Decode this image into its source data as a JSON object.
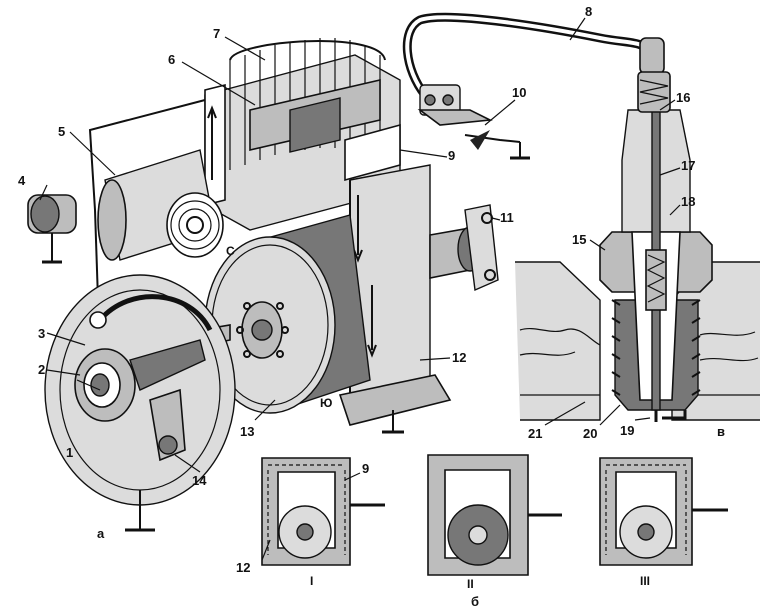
{
  "labels": {
    "n1": "1",
    "n2": "2",
    "n3": "3",
    "n4": "4",
    "n5": "5",
    "n6": "6",
    "n7": "7",
    "n8": "8",
    "n9": "9",
    "n10": "10",
    "n11": "11",
    "n12": "12",
    "n13": "13",
    "n14": "14",
    "n15": "15",
    "n16": "16",
    "n17": "17",
    "n18": "18",
    "n19": "19",
    "n20": "20",
    "n21": "21",
    "n9b": "9",
    "n12b": "12"
  },
  "rotor_marks": {
    "south": "C",
    "north": "Ю"
  },
  "section_labels": {
    "a": "а",
    "b": "б",
    "v": "в"
  },
  "position_labels": {
    "p1": "I",
    "p2": "II",
    "p3": "III"
  }
}
